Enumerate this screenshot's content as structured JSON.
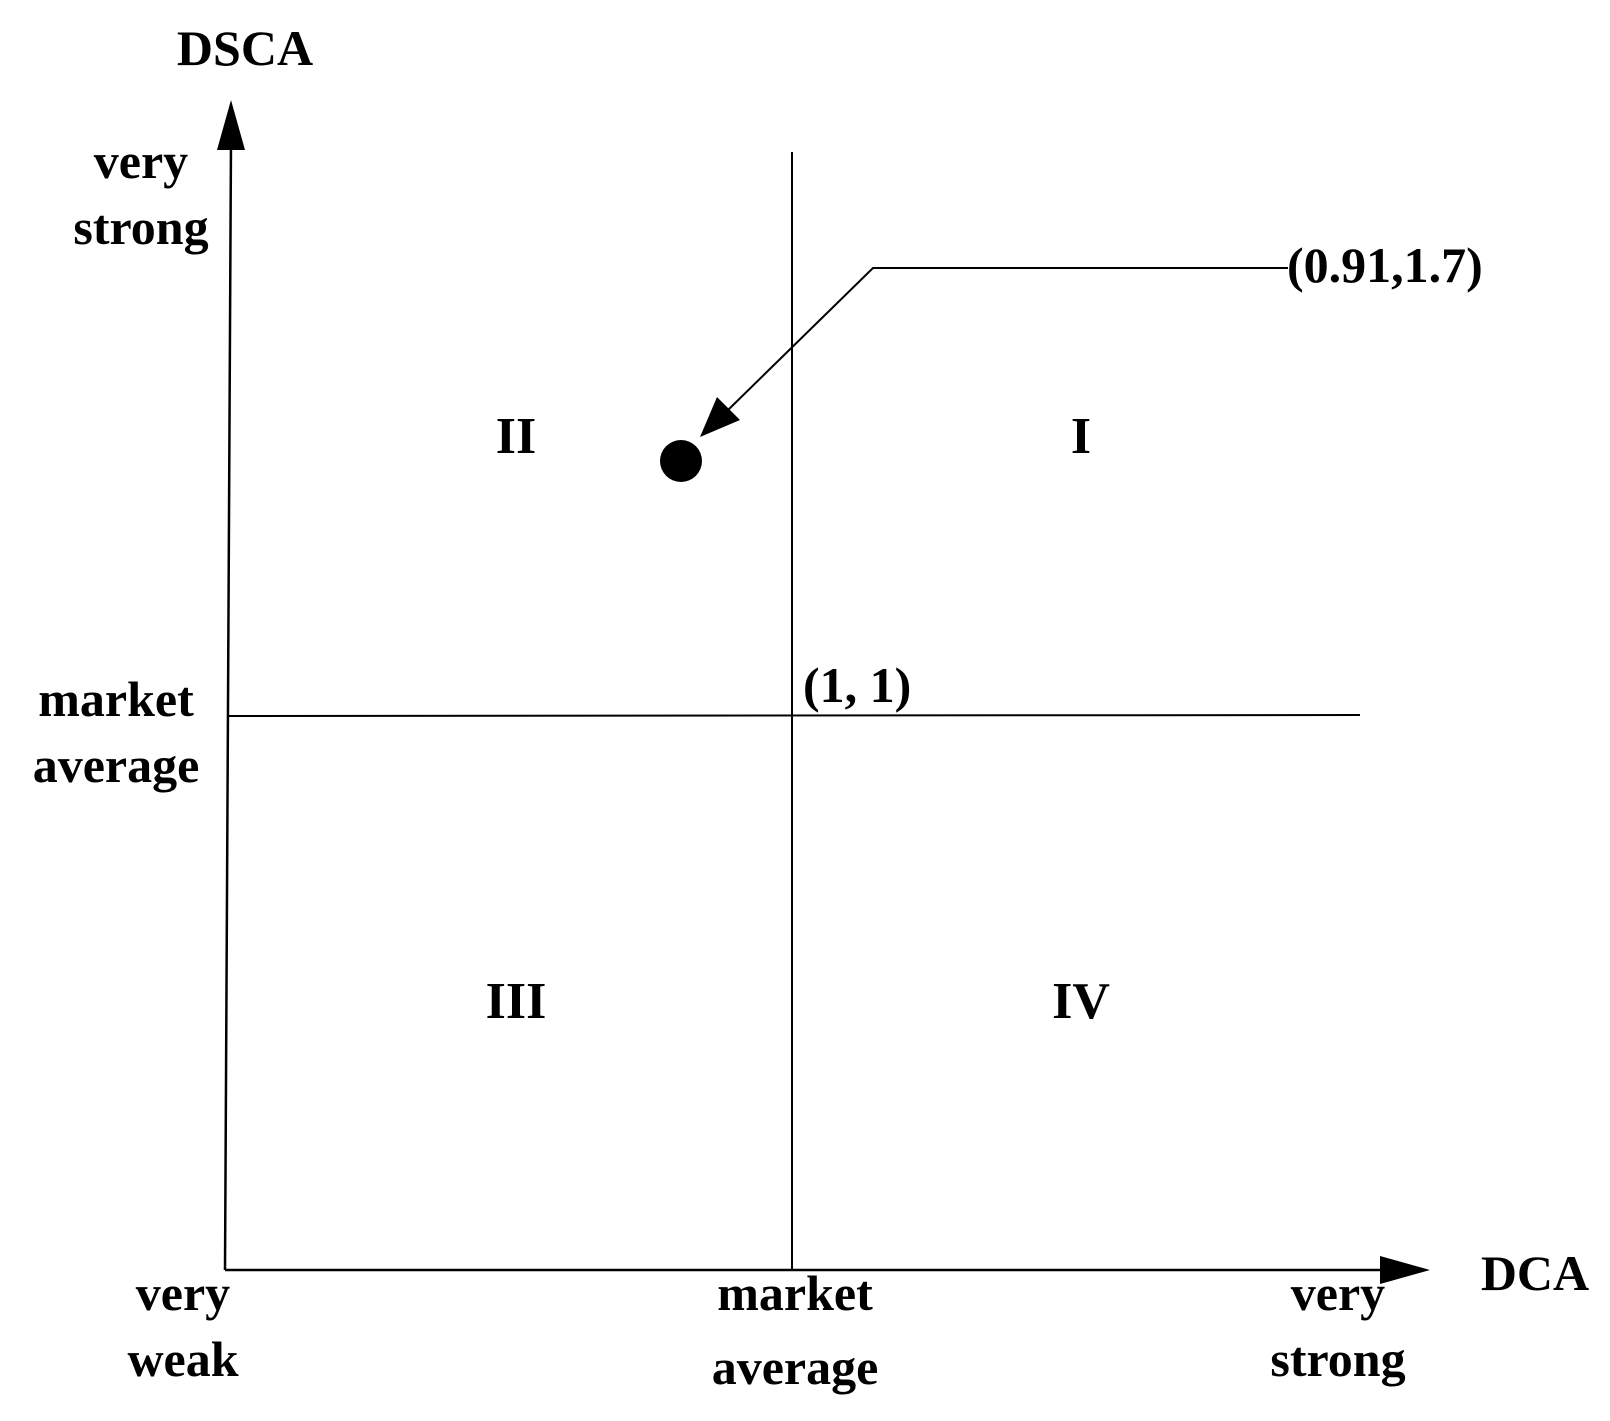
{
  "axes": {
    "y_title": "DSCA",
    "x_title": "DCA",
    "y_ticks": {
      "top": [
        "very",
        "strong"
      ],
      "middle": [
        "market",
        "average"
      ]
    },
    "x_ticks": {
      "left": [
        "very",
        "weak"
      ],
      "middle": [
        "market",
        "average"
      ],
      "right": [
        "very",
        "strong"
      ]
    }
  },
  "quadrants": {
    "top_left": "II",
    "top_right": "I",
    "bottom_left": "III",
    "bottom_right": "IV"
  },
  "center_label": "(1, 1)",
  "point": {
    "label": "(0.91,1.7)",
    "x": 0.91,
    "y": 1.7
  },
  "colors": {
    "ink": "#000000",
    "background": "#ffffff"
  }
}
